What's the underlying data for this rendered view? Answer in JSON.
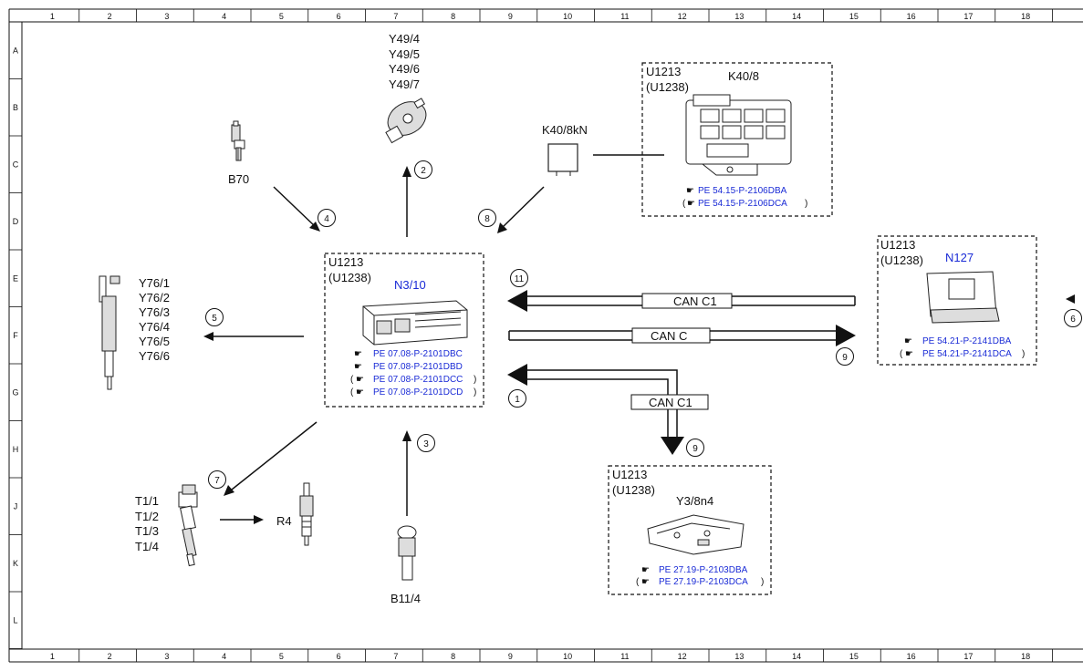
{
  "grid": {
    "columns": [
      "1",
      "2",
      "3",
      "4",
      "5",
      "6",
      "7",
      "8",
      "9",
      "10",
      "11",
      "12",
      "13",
      "14",
      "15",
      "16",
      "17",
      "18"
    ],
    "rows": [
      "A",
      "B",
      "C",
      "D",
      "E",
      "F",
      "G",
      "H",
      "J",
      "K",
      "L"
    ]
  },
  "ecu": {
    "block": "U1213",
    "block_alt": "(U1238)",
    "name": "N3/10",
    "refs": [
      "PE 07.08-P-2101DBC",
      "PE 07.08-P-2101DBD",
      "PE 07.08-P-2101DCC",
      "PE 07.08-P-2101DCD"
    ]
  },
  "sam": {
    "block": "U1213",
    "block_alt": "(U1238)",
    "name": "K40/8",
    "refs": [
      "PE 54.15-P-2106DBA",
      "PE 54.15-P-2106DCA"
    ]
  },
  "gateway": {
    "block": "U1213",
    "block_alt": "(U1238)",
    "name": "N127",
    "refs": [
      "PE 54.21-P-2141DBA",
      "PE 54.21-P-2141DCA"
    ]
  },
  "transmission": {
    "block": "U1213",
    "block_alt": "(U1238)",
    "name": "Y3/8n4",
    "refs": [
      "PE 27.19-P-2103DBA",
      "PE 27.19-P-2103DCA"
    ]
  },
  "components": {
    "camshaft_sensor": "B70",
    "relay": "K40/8kN",
    "pressure_sensor": "B11/4",
    "spark_plug": "R4",
    "valves": [
      "Y49/4",
      "Y49/5",
      "Y49/6",
      "Y49/7"
    ],
    "injectors": [
      "Y76/1",
      "Y76/2",
      "Y76/3",
      "Y76/4",
      "Y76/5",
      "Y76/6"
    ],
    "coils": [
      "T1/1",
      "T1/2",
      "T1/3",
      "T1/4"
    ]
  },
  "bus": {
    "can_c1_top": "CAN C1",
    "can_c": "CAN C",
    "can_c1_bottom": "CAN C1"
  },
  "callouts": {
    "c1": "1",
    "c2": "2",
    "c3": "3",
    "c4": "4",
    "c5": "5",
    "c6": "6",
    "c7": "7",
    "c8": "8",
    "c9a": "9",
    "c9b": "9",
    "c11": "11"
  }
}
